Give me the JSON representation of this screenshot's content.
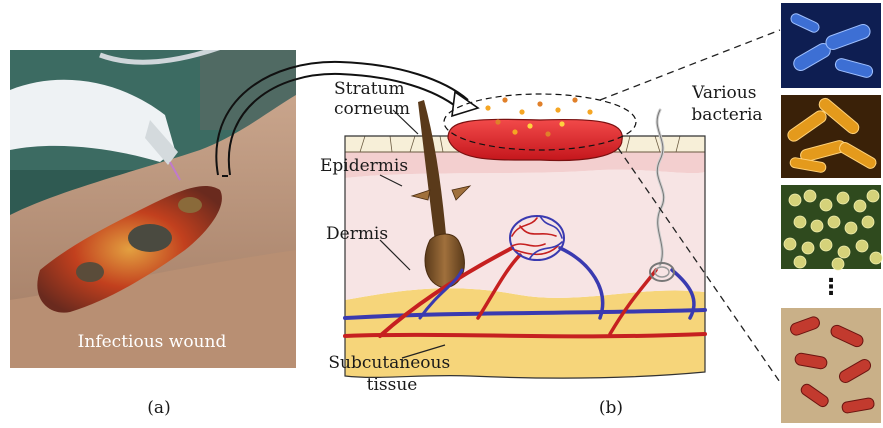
{
  "panel_a": {
    "caption": "(a)",
    "photo_label": "Infectious wound"
  },
  "panel_b": {
    "caption": "(b)",
    "labels": {
      "stratum_corneum": [
        "Stratum",
        "corneum"
      ],
      "epidermis": "Epidermis",
      "dermis": "Dermis",
      "subcutaneous": [
        "Subcutaneous",
        "tissue"
      ],
      "bacteria": [
        "Various",
        "bacteria"
      ]
    },
    "ellipsis": "⋮"
  },
  "bacteria_tiles": [
    {
      "name": "blue-rods",
      "color": "#2a56b8"
    },
    {
      "name": "orange-rods",
      "color": "#d88a18"
    },
    {
      "name": "green-cocci",
      "color": "#8fae3a"
    },
    {
      "name": "red-rods",
      "color": "#c23a2e"
    }
  ]
}
